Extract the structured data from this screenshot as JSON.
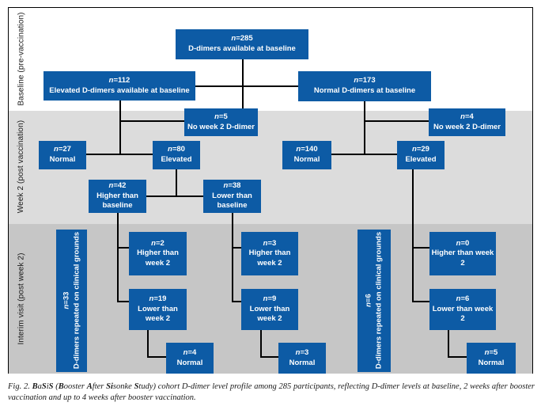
{
  "colors": {
    "box_blue": "#0d5ba5",
    "band2_gray": "#dcdcdc",
    "band3_gray": "#c6c6c6",
    "line_black": "#000000"
  },
  "diagram": {
    "n_symbol": "n",
    "eq_symbol": "=",
    "bands": [
      {
        "label": "Baseline (pre-vaccination)"
      },
      {
        "label": "Week 2 (post vaccination)"
      },
      {
        "label": "Interim visit (post week 2)"
      }
    ],
    "nodes": [
      {
        "id": "n285",
        "n": "285",
        "label": "D-dimers available at baseline",
        "wide": true
      },
      {
        "id": "n112",
        "n": "112",
        "label": "Elevated D-dimers available at baseline",
        "wide": true
      },
      {
        "id": "n173",
        "n": "173",
        "label": "Normal D-dimers at baseline",
        "wide": true
      },
      {
        "id": "n5top",
        "n": "5",
        "label": "No week 2 D-dimer",
        "wide": true
      },
      {
        "id": "n4top",
        "n": "4",
        "label": "No week 2 D-dimer",
        "wide": true
      },
      {
        "id": "n27",
        "n": "27",
        "label": "Normal"
      },
      {
        "id": "n80",
        "n": "80",
        "label": "Elevated"
      },
      {
        "id": "n140",
        "n": "140",
        "label": "Normal"
      },
      {
        "id": "n29",
        "n": "29",
        "label": "Elevated"
      },
      {
        "id": "n42",
        "n": "42",
        "label": "Higher than baseline"
      },
      {
        "id": "n38",
        "n": "38",
        "label": "Lower than baseline"
      },
      {
        "id": "n33v",
        "n": "33",
        "label": "D-dimers repeated on clinical grounds",
        "vertical": true
      },
      {
        "id": "n2",
        "n": "2",
        "label": "Higher than week 2"
      },
      {
        "id": "n19",
        "n": "19",
        "label": "Lower than week 2"
      },
      {
        "id": "n3h",
        "n": "3",
        "label": "Higher than week 2"
      },
      {
        "id": "n9",
        "n": "9",
        "label": "Lower than week 2"
      },
      {
        "id": "n6v",
        "n": "6",
        "label": "D-dimers repeated on clinical grounds",
        "vertical": true
      },
      {
        "id": "n0",
        "n": "0",
        "label": "Higher than week 2"
      },
      {
        "id": "n6",
        "n": "6",
        "label": "Lower than week 2"
      },
      {
        "id": "n4b",
        "n": "4",
        "label": "Normal"
      },
      {
        "id": "n3b",
        "n": "3",
        "label": "Normal"
      },
      {
        "id": "n5b",
        "n": "5",
        "label": "Normal"
      }
    ]
  },
  "caption": {
    "segments": [
      {
        "t": "Fig. 2. ",
        "b": false
      },
      {
        "t": "B",
        "b": true
      },
      {
        "t": "a",
        "b": false
      },
      {
        "t": "S",
        "b": true
      },
      {
        "t": "i",
        "b": false
      },
      {
        "t": "S",
        "b": true
      },
      {
        "t": " (",
        "b": false
      },
      {
        "t": "B",
        "b": true
      },
      {
        "t": "ooster ",
        "b": false
      },
      {
        "t": "A",
        "b": true
      },
      {
        "t": "fter ",
        "b": false
      },
      {
        "t": "Si",
        "b": true
      },
      {
        "t": "sonke ",
        "b": false
      },
      {
        "t": "S",
        "b": true
      },
      {
        "t": "tudy) cohort D-dimer level profile among 285 participants, reflecting D-dimer levels at baseline, 2 weeks after booster vaccination and up to 4 weeks after booster vaccination.",
        "b": false
      }
    ]
  }
}
